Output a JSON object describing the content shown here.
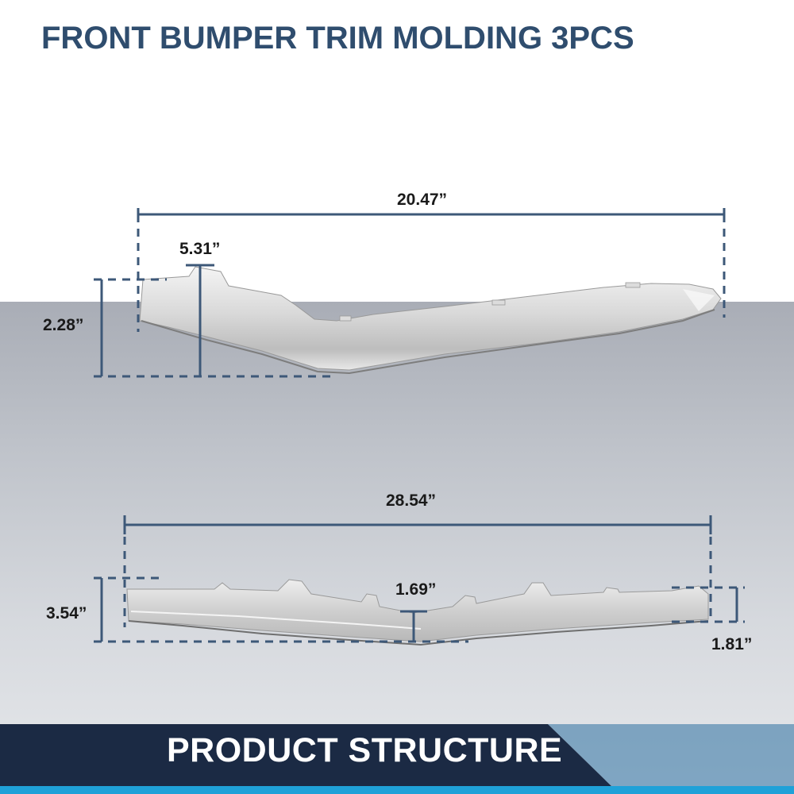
{
  "header": {
    "title": "FRONT BUMPER TRIM MOLDING 3PCS"
  },
  "upper_part": {
    "length": "20.47”",
    "end_width": "5.31”",
    "height": "2.28”"
  },
  "lower_part": {
    "length": "28.54”",
    "center_depth": "1.69”",
    "height": "3.54”",
    "end_height": "1.81”"
  },
  "footer": {
    "label": "PRODUCT STRUCTURE"
  },
  "colors": {
    "title": "#2f4d6e",
    "dimension_line": "#3d5878",
    "banner_dark": "#1b2a44",
    "banner_accent": "#1fa1d8"
  }
}
